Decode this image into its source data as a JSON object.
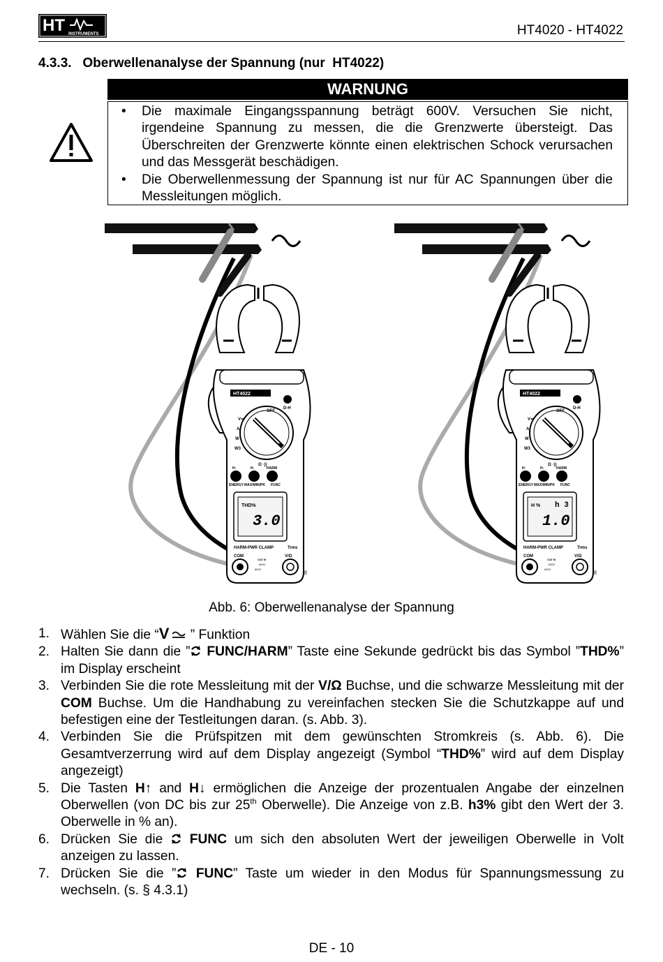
{
  "header": {
    "logo": "HT INSTRUMENTS",
    "model": "HT4020 - HT4022"
  },
  "section": {
    "title": "4.3.3.   Oberwellenanalyse der Spannung (nur  HT4022)"
  },
  "warning": {
    "title": "WARNUNG",
    "items": [
      "Die maximale Eingangsspannung beträgt 600V. Versuchen Sie nicht, irgendeine Spannung zu messen, die die Grenzwerte übersteigt. Das Überschreiten der Grenzwerte könnte einen elektrischen Schock verursachen und das Messgerät beschädigen.",
      "Die Oberwellenmessung der Spannung ist nur für AC Spannungen über die Messleitungen möglich."
    ]
  },
  "figure": {
    "caption": "Abb. 6: Oberwellenanalyse der Spannung",
    "meter_model": "HT4022",
    "brand": "HT",
    "dial": {
      "off": "OFF",
      "v": "V≂",
      "a": "A",
      "w": "W",
      "w3": "W3",
      "ohm": "Ω ·))"
    },
    "button_tops": [
      "H↑",
      "H↓",
      "HARM"
    ],
    "button_labels": [
      "ENERGY",
      "MAX/MIN/PK",
      "FUNC"
    ],
    "dh": "D-H",
    "footer_label": "HARM-PWR CLAMP",
    "trms": "Trms",
    "com": "COM",
    "vohm": "V/Ω",
    "cat": "CAT III",
    "cat_v1": "600V",
    "cat_v2": "600V",
    "left_display": {
      "label": "THD%",
      "value": "3.0"
    },
    "right_display": {
      "label": "H %",
      "harm": "h 3",
      "value": "1.0"
    }
  },
  "steps": [
    {
      "n": "1.",
      "a": "Wählen Sie die “",
      "v": "V",
      "b": " ” Funktion"
    },
    {
      "n": "2.",
      "a": "Halten Sie dann die ”",
      "func": "FUNC/HARM",
      "b": "” Taste eine Sekunde gedrückt bis das Symbol ”",
      "thd": "THD%",
      "c": "” im Display erscheint"
    },
    {
      "n": "3.",
      "a": "Verbinden Sie die rote Messleitung mit der ",
      "vohm": "V/Ω",
      "b": " Buchse, und die schwarze Messleitung mit der ",
      "com": "COM",
      "c": " Buchse. Um die Handhabung zu vereinfachen stecken Sie die Schutzkappe auf und befestigen eine der Testleitungen daran. (s. Abb. 3)."
    },
    {
      "n": "4.",
      "a": "Verbinden Sie die Prüfspitzen mit dem gewünschten Stromkreis (s. Abb. 6). Die Gesamtverzerrung wird auf dem Display angezeigt (Symbol “",
      "thd": "THD%",
      "b": "” wird auf dem Display angezeigt)"
    },
    {
      "n": "5.",
      "a": "Die Tasten ",
      "hup": "H↑",
      "and": " and ",
      "hdn": "H↓",
      "b": " ermöglichen die Anzeige der prozentualen Angabe der einzelnen Oberwellen  (von  DC bis zur  25",
      "sup": "th",
      "c": " Oberwelle). Die Anzeige von z.B. ",
      "h3": "h3%",
      "d": " gibt den Wert der 3. Oberwelle in % an)."
    },
    {
      "n": "6.",
      "a": "Drücken Sie die ",
      "func": "FUNC",
      "b": " um sich den absoluten Wert der jeweiligen Oberwelle in Volt anzeigen zu lassen."
    },
    {
      "n": "7.",
      "a": "Drücken Sie die ”",
      "func": "FUNC",
      "b": "” Taste um wieder in den Modus für Spannungsmessung zu wechseln. (s. § 4.3.1)"
    }
  ],
  "footer": {
    "page": "DE - 10"
  }
}
